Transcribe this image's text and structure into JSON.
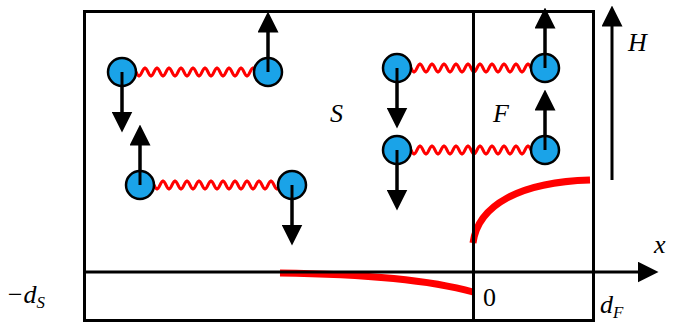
{
  "diagram": {
    "nodes": [
      {
        "text": [
          "S"
        ]
      },
      {
        "text": [
          "F"
        ]
      }
    ],
    "labels": [
      "H",
      "x",
      "−dS",
      "0",
      "dF"
    ]
  }
}
